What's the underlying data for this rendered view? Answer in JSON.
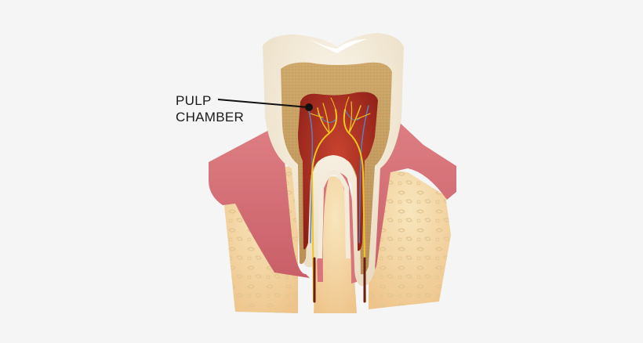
{
  "diagram": {
    "subject": "Cross-section of a molar tooth",
    "labels": [
      {
        "id": "pulp-chamber",
        "lines": [
          "PULP",
          "CHAMBER"
        ]
      }
    ],
    "structures": [
      "enamel",
      "dentin",
      "pulp-chamber",
      "root-canals",
      "nerves",
      "blood-vessels",
      "gum",
      "bone"
    ],
    "colors": {
      "background": "#f5f5f5",
      "enamel": "#f3ead9",
      "enamel_top": "#ffffff",
      "dentin": "#c8a56a",
      "pulp": "#b3362a",
      "nerve": "#f2c51e",
      "vessel_blue": "#5b7fb8",
      "gum": "#d9747a",
      "bone": "#f4dba8",
      "leader_line": "#111111"
    }
  }
}
